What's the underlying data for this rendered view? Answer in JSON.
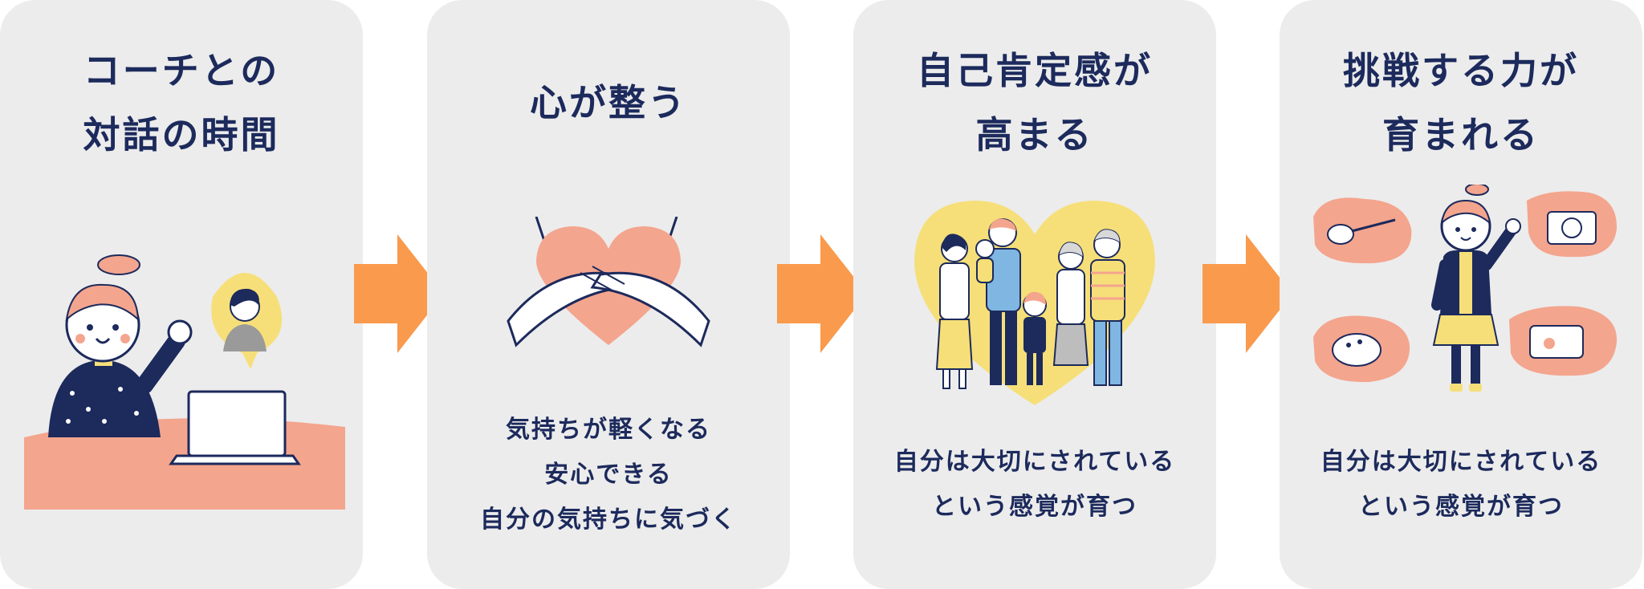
{
  "steps": [
    {
      "title": [
        "コーチとの",
        "対話の時間"
      ],
      "caption": []
    },
    {
      "title": [
        "心が整う"
      ],
      "caption": [
        "気持ちが軽くなる",
        "安心できる",
        "自分の気持ちに気づく"
      ]
    },
    {
      "title": [
        "自己肯定感が",
        "高まる"
      ],
      "caption": [
        "自分は大切にされている",
        "という感覚が育つ"
      ]
    },
    {
      "title": [
        "挑戦する力が",
        "育まれる"
      ],
      "caption": [
        "自分は大切にされている",
        "という感覚が育つ"
      ]
    }
  ],
  "colors": {
    "card_bg": "#ececec",
    "title_text": "#1c2a5c",
    "arrow": "#f99a4d",
    "coral": "#f4a58e",
    "yellow": "#f6df78",
    "navy": "#1c2a5c"
  },
  "icons": [
    "arrow-right-icon",
    "heart-icon",
    "guitar-icon",
    "camera-icon",
    "palette-icon",
    "cutting-board-icon",
    "laptop-icon"
  ]
}
